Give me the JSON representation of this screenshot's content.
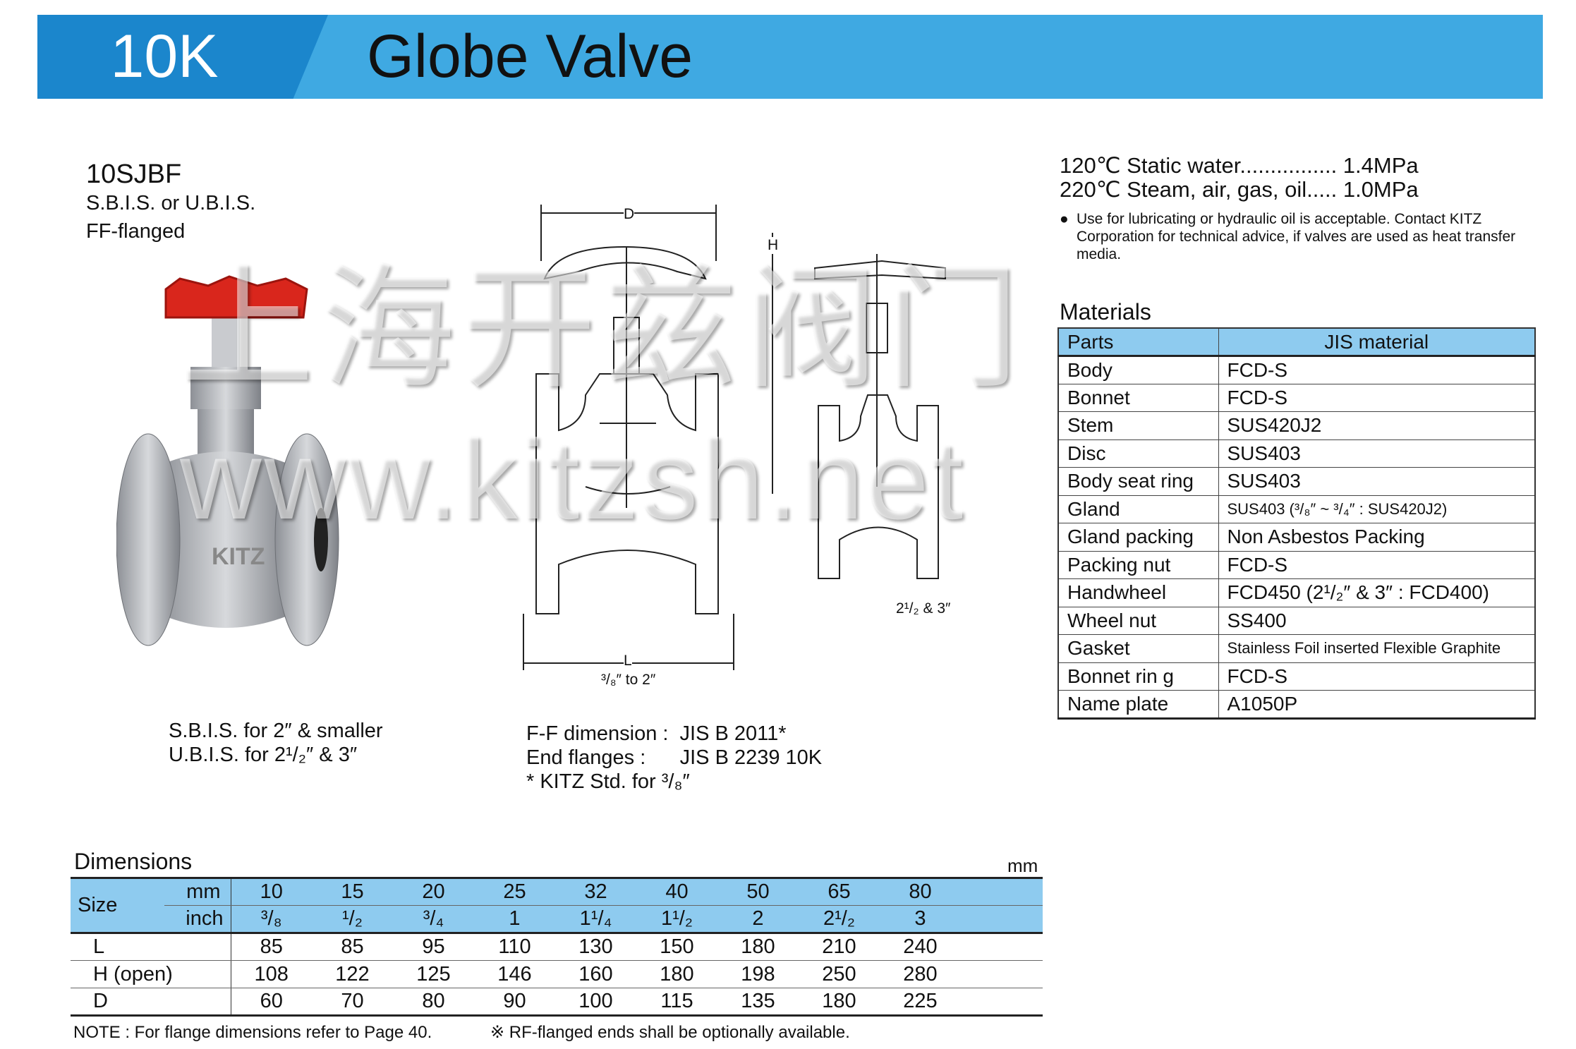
{
  "header": {
    "pressure_class": "10K",
    "title": "Globe Valve"
  },
  "product": {
    "model": "10SJBF",
    "line1": "S.B.I.S. or U.B.I.S.",
    "line2": "FF-flanged"
  },
  "photo_caption": {
    "line1": "S.B.I.S. for 2″ & smaller",
    "line2": "U.B.I.S. for 2¹/₂″ & 3″"
  },
  "drawing": {
    "dim_D": "D",
    "dim_H": "H",
    "dim_L": "L",
    "caption_small": "³/₈″ to 2″",
    "caption_large": "2¹/₂ & 3″"
  },
  "standards": {
    "line1": "F-F dimension :  JIS B 2011*",
    "line2": "End flanges :      JIS B 2239 10K",
    "line3": "* KITZ Std. for ³/₈″"
  },
  "ratings": {
    "line1": "120℃ Static water................ 1.4MPa",
    "line2": "220℃ Steam, air, gas, oil..... 1.0MPa",
    "note": "Use for lubricating or hydraulic oil is acceptable. Contact KITZ Corporation for technical advice, if valves are used as heat transfer media."
  },
  "materials": {
    "heading": "Materials",
    "headers": [
      "Parts",
      "JIS material"
    ],
    "rows": [
      [
        "Body",
        "FCD-S"
      ],
      [
        "Bonnet",
        "FCD-S"
      ],
      [
        "Stem",
        "SUS420J2"
      ],
      [
        "Disc",
        "SUS403"
      ],
      [
        "Body seat ring",
        "SUS403"
      ],
      [
        "Gland",
        "SUS403 (³/₈″ ~ ³/₄″ : SUS420J2)"
      ],
      [
        "Gland packing",
        "Non Asbestos Packing"
      ],
      [
        "Packing nut",
        "FCD-S"
      ],
      [
        "Handwheel",
        "FCD450 (2¹/₂″ & 3″ : FCD400)"
      ],
      [
        "Wheel nut",
        "SS400"
      ],
      [
        "Gasket",
        "Stainless Foil inserted Flexible Graphite"
      ],
      [
        "Bonnet rin g",
        "FCD-S"
      ],
      [
        "Name plate",
        "A1050P"
      ]
    ]
  },
  "dimensions": {
    "heading": "Dimensions",
    "unit": "mm",
    "size_label": "Size",
    "mm_label": "mm",
    "inch_label": "inch",
    "mm": [
      "10",
      "15",
      "20",
      "25",
      "32",
      "40",
      "50",
      "65",
      "80"
    ],
    "inch": [
      "³/₈",
      "¹/₂",
      "³/₄",
      "1",
      "1¹/₄",
      "1¹/₂",
      "2",
      "2¹/₂",
      "3"
    ],
    "rows": [
      {
        "label": "L",
        "values": [
          "85",
          "85",
          "95",
          "110",
          "130",
          "150",
          "180",
          "210",
          "240"
        ]
      },
      {
        "label": "H (open)",
        "values": [
          "108",
          "122",
          "125",
          "146",
          "160",
          "180",
          "198",
          "250",
          "280"
        ]
      },
      {
        "label": "D",
        "values": [
          "60",
          "70",
          "80",
          "90",
          "100",
          "115",
          "135",
          "180",
          "225"
        ]
      }
    ],
    "note1": "NOTE : For flange dimensions refer to Page 40.",
    "note2": "※ RF-flanged ends shall be optionally available."
  },
  "watermark": {
    "cn": "上海开兹阀门",
    "url": "www.kitzsh.net"
  },
  "colors": {
    "header_dark": "#1b86cc",
    "header_light": "#3fa9e2",
    "table_header": "#8ecbef",
    "handwheel": "#d9261c"
  }
}
